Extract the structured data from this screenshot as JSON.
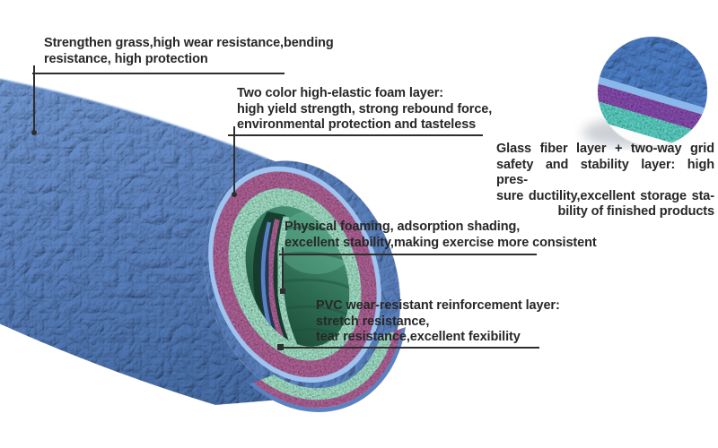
{
  "diagram": {
    "annotations": {
      "surface": {
        "lines": [
          "Strengthen grass,high wear resistance,bending",
          "resistance, high protection"
        ]
      },
      "foam": {
        "lines": [
          "Two color high-elastic foam layer:",
          "high yield strength, strong rebound force,",
          "environmental protection and tasteless"
        ]
      },
      "glass_fiber": {
        "lines": [
          "Glass fiber layer + two-way grid",
          "safety and stability layer: high pres-",
          "sure ductility,excellent storage sta-",
          "bility of finished products"
        ]
      },
      "physical_foaming": {
        "lines": [
          "Physical foaming, adsorption shading,",
          "excellent stability,making exercise more consistent"
        ]
      },
      "pvc": {
        "lines": [
          "PVC wear-resistant reinforcement layer:",
          "stretch resistance,",
          "tear resistance,excellent fexibility"
        ]
      }
    },
    "layer_colors": {
      "surface_blue": "#5b82c0",
      "inner_film_blue": "#9ec4ef",
      "foam_pink": "#b2659a",
      "foam_mint": "#a5e4cb",
      "core_teal": "#2c6a52",
      "sheet_green": "#63a98c",
      "detail_purple": "#8a50b2",
      "detail_teal": "#5fd6c8",
      "annotation_line": "#2e2e2e"
    }
  }
}
